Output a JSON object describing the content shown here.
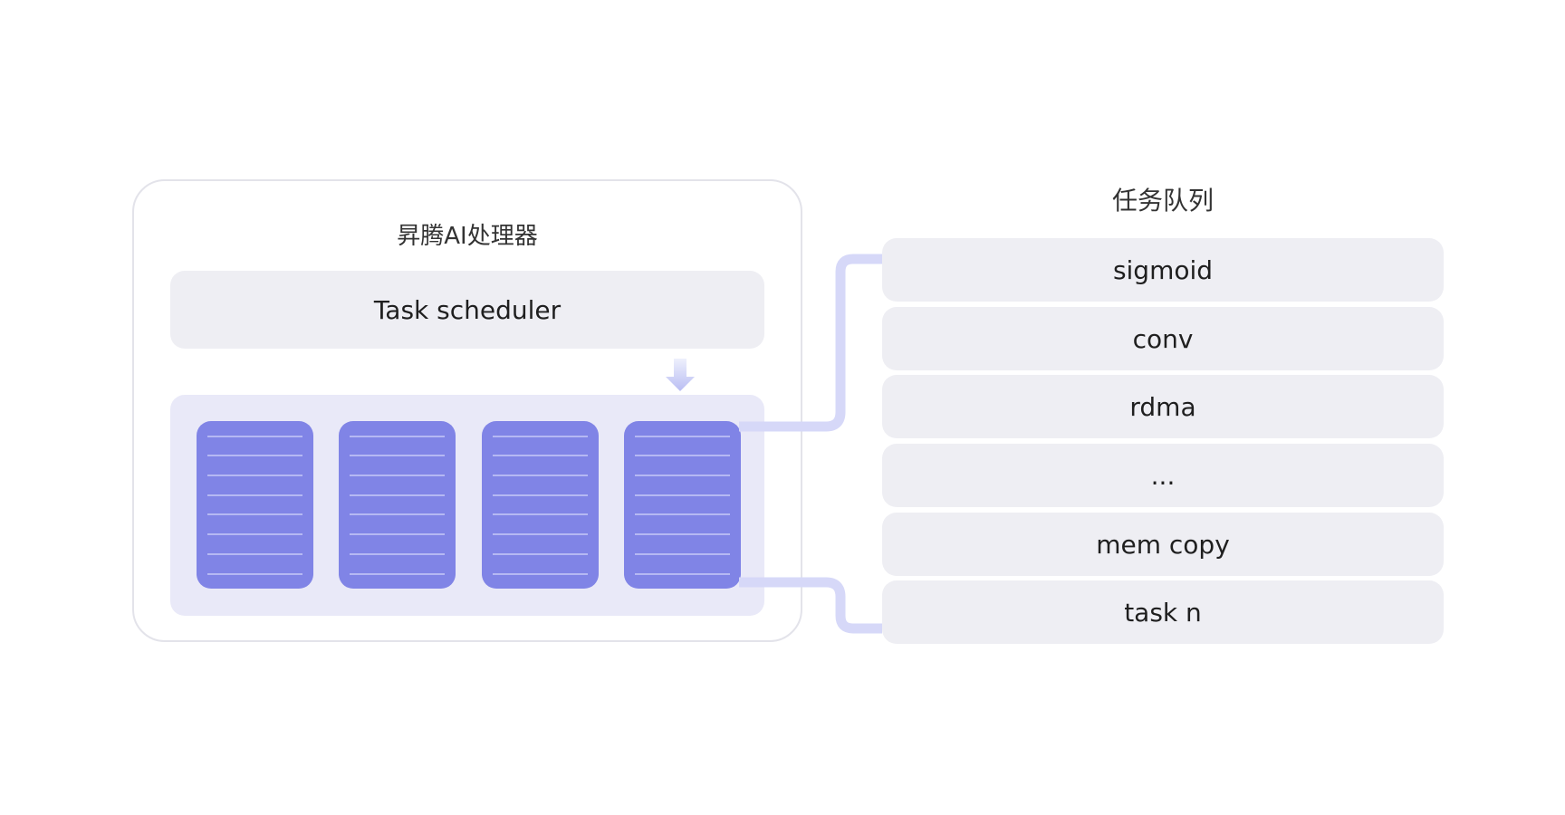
{
  "processor": {
    "title": "昇腾AI处理器",
    "scheduler_label": "Task scheduler",
    "core_count": 4,
    "lines_per_core": 8
  },
  "queue": {
    "title": "任务队列",
    "items": [
      "sigmoid",
      "conv",
      "rdma",
      "...",
      "mem copy",
      "task n"
    ]
  },
  "colors": {
    "core": "#8084e6",
    "core_area": "#e9e9f8",
    "panel": "#eeeef3",
    "connector": "#d6d8f8"
  }
}
